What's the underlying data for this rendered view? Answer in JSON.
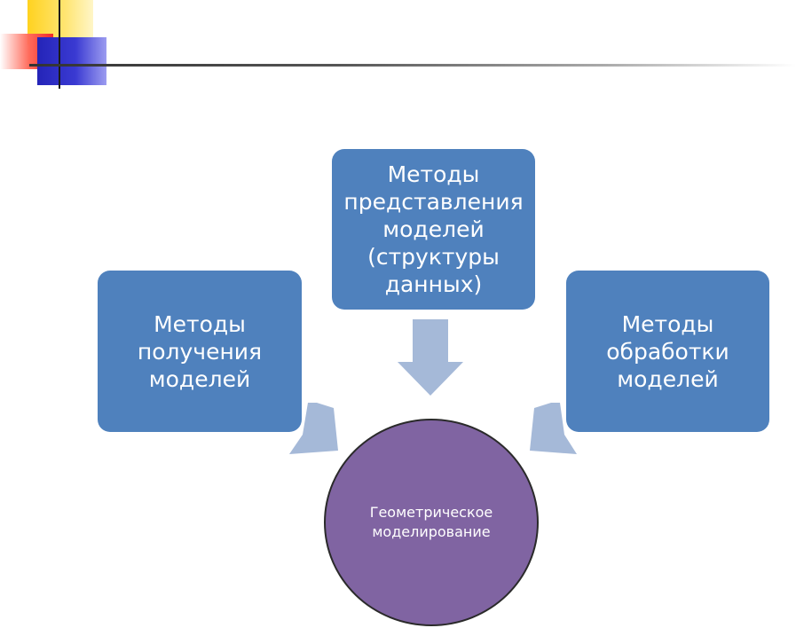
{
  "diagram": {
    "top_box": "Методы\nпредставления\nмоделей\n(структуры\nданных)",
    "left_box": "Методы\nполучения\nмоделей",
    "right_box": "Методы\nобработки\nмоделей",
    "center": "Геометрическое\nмоделирование"
  },
  "colors": {
    "box": "#4f81bd",
    "circle": "#8064a2",
    "arrow": "#a5b9d8"
  }
}
